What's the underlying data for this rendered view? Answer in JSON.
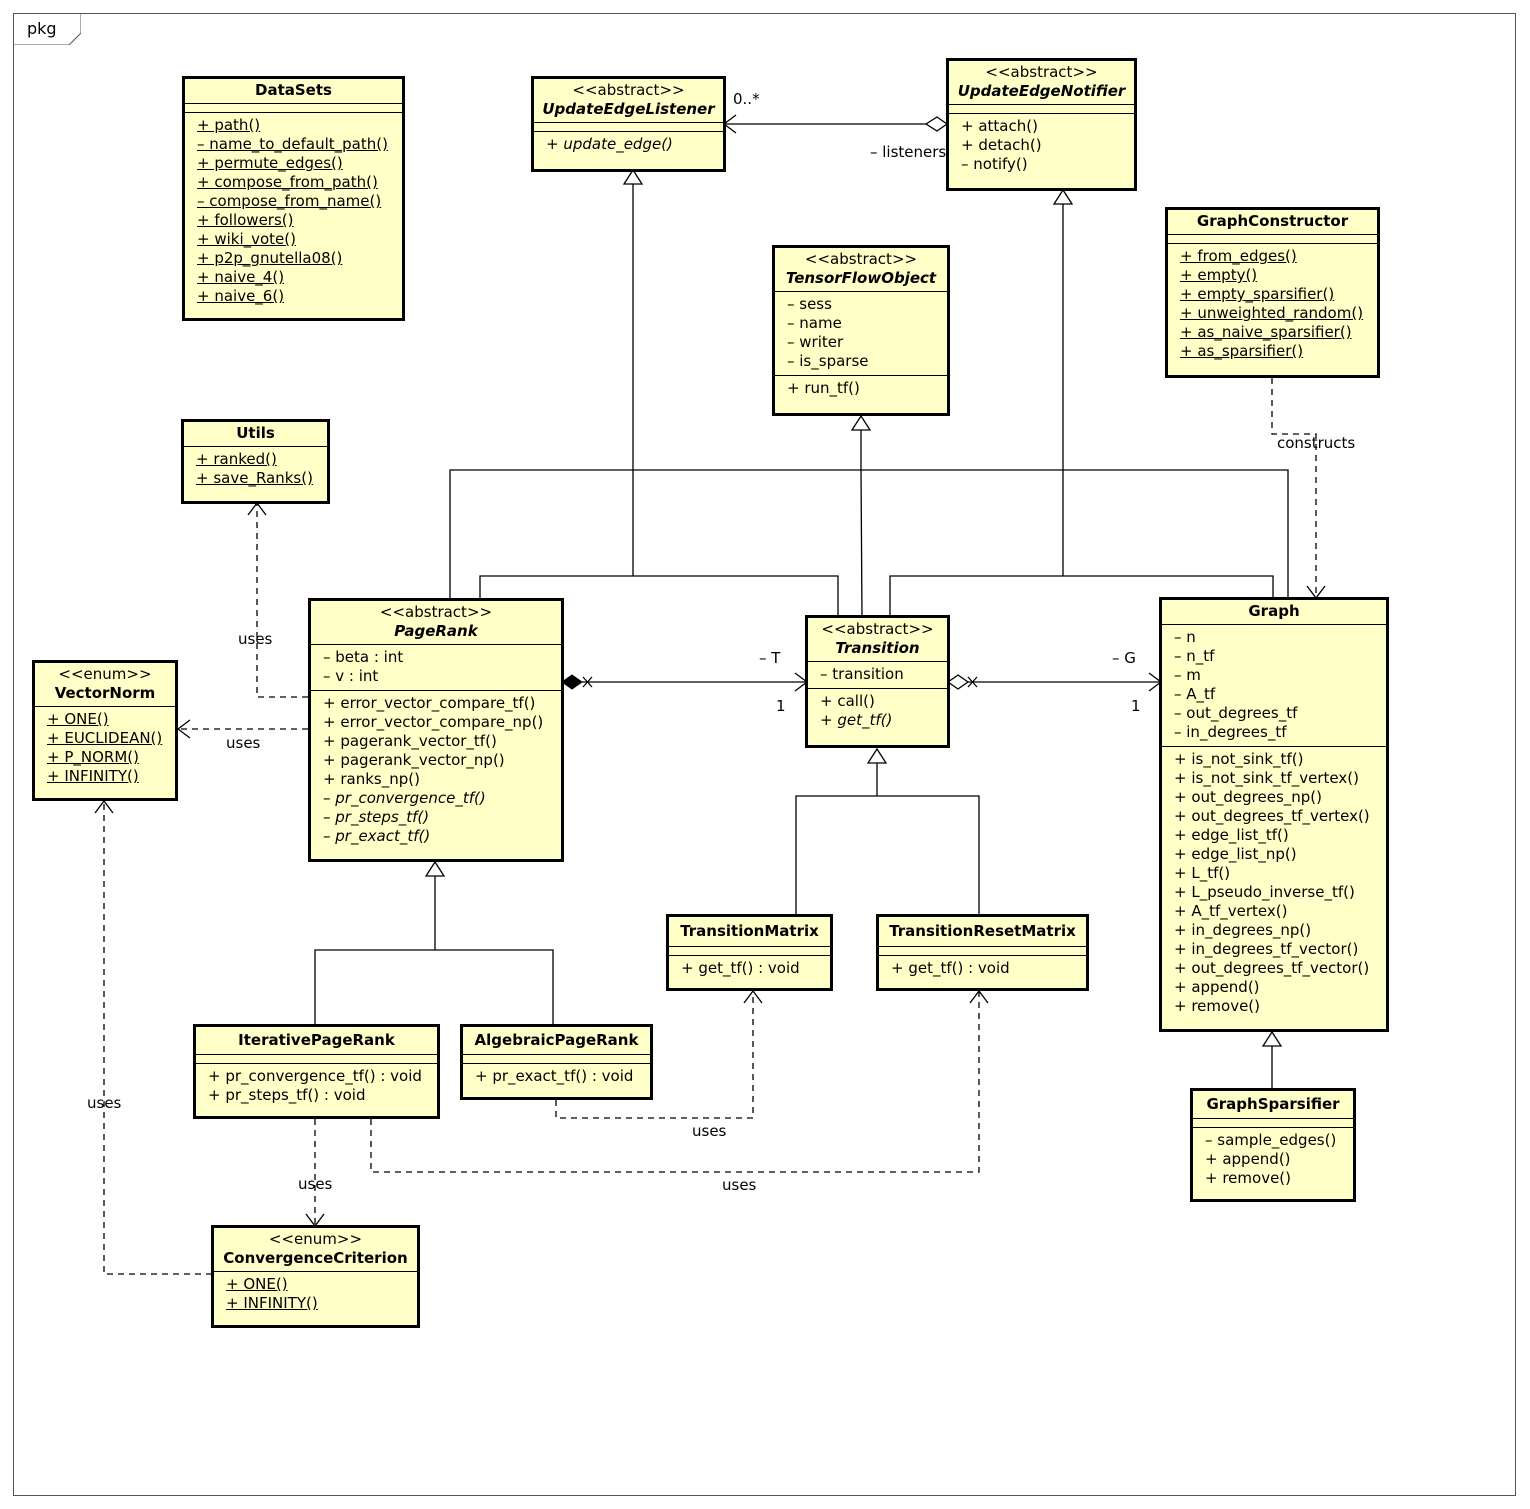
{
  "frame": {
    "label": "pkg"
  },
  "classes": {
    "datasets": {
      "name": "DataSets",
      "methods": [
        "+ path()",
        "– name_to_default_path()",
        "+ permute_edges()",
        "+ compose_from_path()",
        "– compose_from_name()",
        "+ followers()",
        "+ wiki_vote()",
        "+ p2p_gnutella08()",
        "+ naive_4()",
        "+ naive_6()"
      ]
    },
    "update_edge_listener": {
      "stereotype": "<<abstract>>",
      "name": "UpdateEdgeListener",
      "methods": [
        "+ update_edge()"
      ]
    },
    "update_edge_notifier": {
      "stereotype": "<<abstract>>",
      "name": "UpdateEdgeNotifier",
      "methods": [
        "+ attach()",
        "+ detach()",
        "– notify()"
      ]
    },
    "graph_constructor": {
      "name": "GraphConstructor",
      "methods": [
        "+ from_edges()",
        "+ empty()",
        "+ empty_sparsifier()",
        "+ unweighted_random()",
        "+ as_naive_sparsifier()",
        "+ as_sparsifier()"
      ]
    },
    "tensorflow_object": {
      "stereotype": "<<abstract>>",
      "name": "TensorFlowObject",
      "attributes": [
        "– sess",
        "– name",
        "– writer",
        "– is_sparse"
      ],
      "methods": [
        "+ run_tf()"
      ]
    },
    "utils": {
      "name": "Utils",
      "methods": [
        "+ ranked()",
        "+ save_Ranks()"
      ]
    },
    "vector_norm": {
      "stereotype": "<<enum>>",
      "name": "VectorNorm",
      "methods": [
        "+ ONE()",
        "+ EUCLIDEAN()",
        "+ P_NORM()",
        "+ INFINITY()"
      ]
    },
    "pagerank": {
      "stereotype": "<<abstract>>",
      "name": "PageRank",
      "attributes": [
        "– beta : int",
        "– v : int"
      ],
      "methods": [
        "+ error_vector_compare_tf()",
        "+ error_vector_compare_np()",
        "+ pagerank_vector_tf()",
        "+ pagerank_vector_np()",
        "+ ranks_np()",
        "– pr_convergence_tf()",
        "– pr_steps_tf()",
        "– pr_exact_tf()"
      ]
    },
    "transition": {
      "stereotype": "<<abstract>>",
      "name": "Transition",
      "attributes": [
        "– transition"
      ],
      "methods": [
        "+ call()",
        "+ get_tf()"
      ]
    },
    "graph": {
      "name": "Graph",
      "attributes": [
        "– n",
        "– n_tf",
        "– m",
        "– A_tf",
        "– out_degrees_tf",
        "– in_degrees_tf"
      ],
      "methods": [
        "+ is_not_sink_tf()",
        "+ is_not_sink_tf_vertex()",
        "+ out_degrees_np()",
        "+ out_degrees_tf_vertex()",
        "+ edge_list_tf()",
        "+ edge_list_np()",
        "+ L_tf()",
        "+ L_pseudo_inverse_tf()",
        "+ A_tf_vertex()",
        "+ in_degrees_np()",
        "+ in_degrees_tf_vector()",
        "+ out_degrees_tf_vector()",
        "+ append()",
        "+ remove()"
      ]
    },
    "transition_matrix": {
      "name": "TransitionMatrix",
      "methods": [
        "+ get_tf() : void"
      ]
    },
    "transition_reset_matrix": {
      "name": "TransitionResetMatrix",
      "methods": [
        "+ get_tf() : void"
      ]
    },
    "iterative_pagerank": {
      "name": "IterativePageRank",
      "methods": [
        "+ pr_convergence_tf() : void",
        "+ pr_steps_tf() : void"
      ]
    },
    "algebraic_pagerank": {
      "name": "AlgebraicPageRank",
      "methods": [
        "+ pr_exact_tf() : void"
      ]
    },
    "graph_sparsifier": {
      "name": "GraphSparsifier",
      "methods": [
        "– sample_edges()",
        "+ append()",
        "+ remove()"
      ]
    },
    "convergence_criterion": {
      "stereotype": "<<enum>>",
      "name": "ConvergenceCriterion",
      "methods": [
        "+ ONE()",
        "+ INFINITY()"
      ]
    }
  },
  "edge_labels": {
    "listeners_mult": "0..*",
    "listeners_role": "– listeners",
    "constructs": "constructs",
    "uses_utils": "uses",
    "uses_vectornorm": "uses",
    "role_T": "– T",
    "mult_T": "1",
    "role_G": "– G",
    "mult_G": "1",
    "uses_conv_vectornorm": "uses",
    "uses_iter_conv": "uses",
    "uses_alg_tm": "uses",
    "uses_iter_trm": "uses"
  }
}
